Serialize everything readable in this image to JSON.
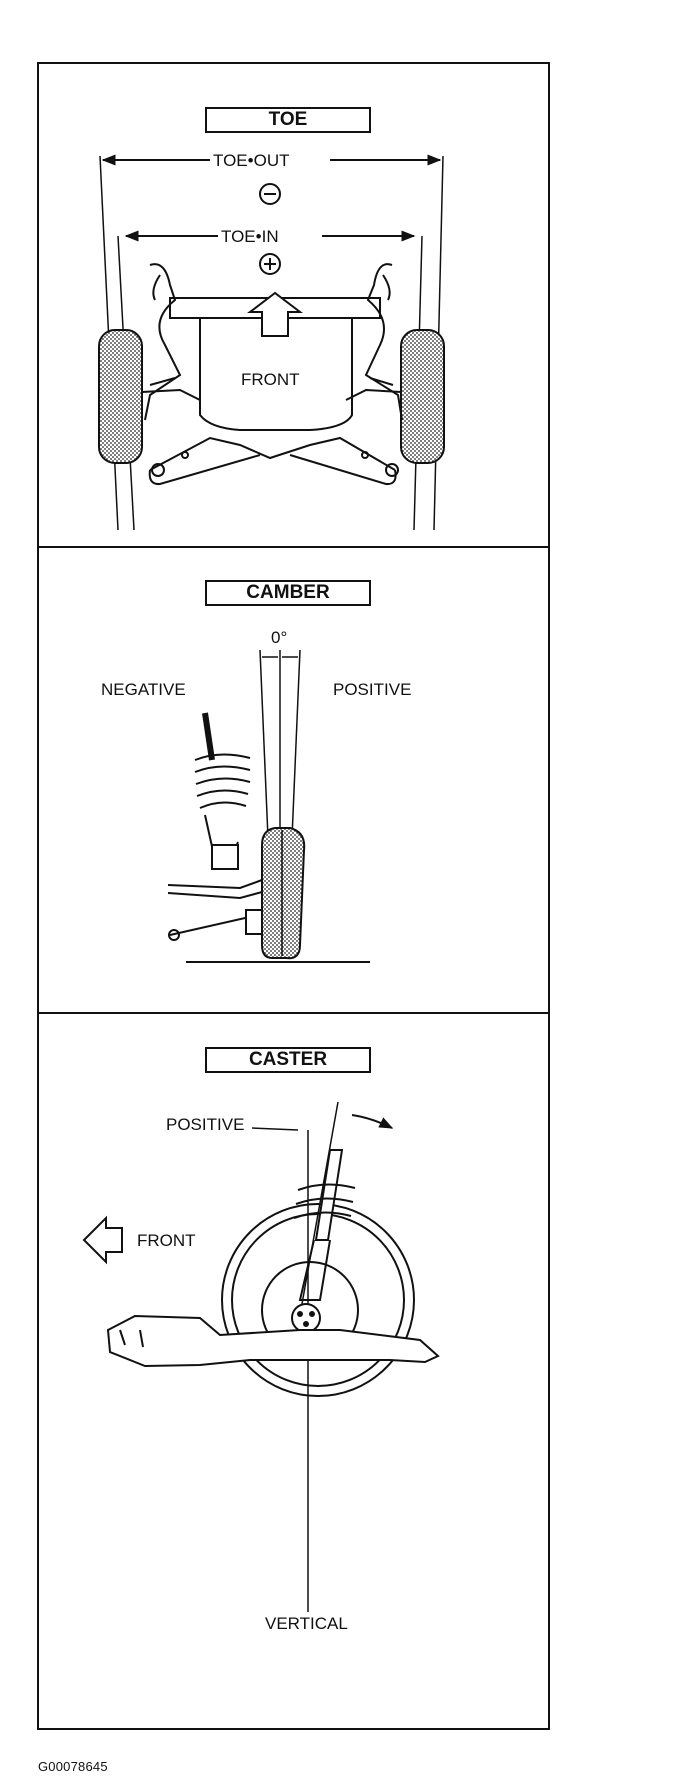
{
  "toe": {
    "title": "TOE",
    "toe_out": "TOE•OUT",
    "toe_out_sign": "−",
    "toe_in": "TOE•IN",
    "toe_in_sign": "+",
    "front": "FRONT"
  },
  "camber": {
    "title": "CAMBER",
    "zero": "0°",
    "negative": "NEGATIVE",
    "positive": "POSITIVE"
  },
  "caster": {
    "title": "CASTER",
    "positive": "POSITIVE",
    "front": "FRONT",
    "vertical": "VERTICAL"
  },
  "figure_code": "G00078645"
}
